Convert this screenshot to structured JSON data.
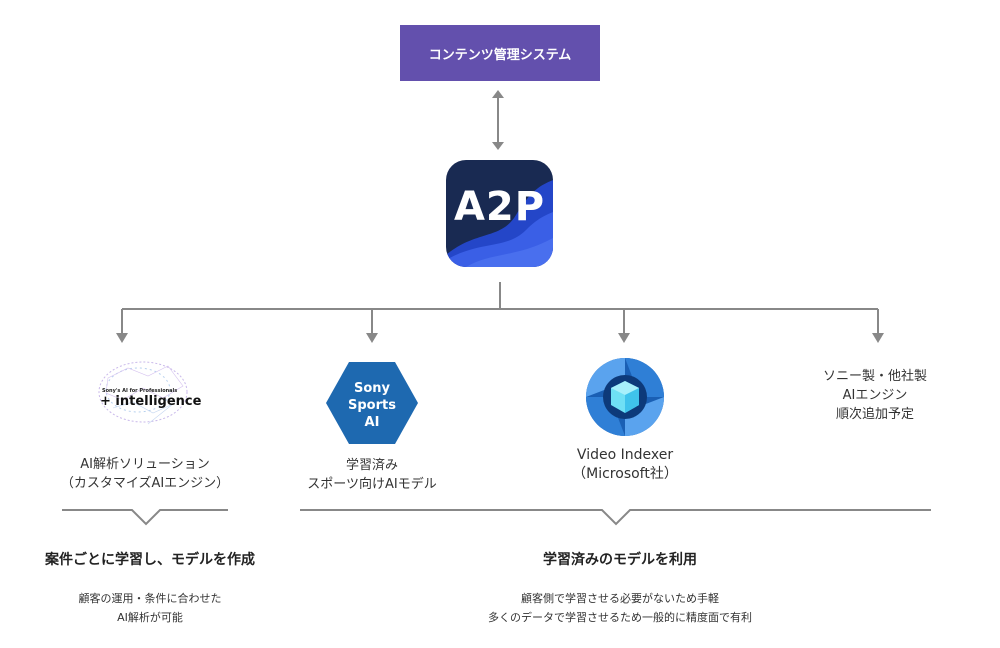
{
  "top": {
    "system_box_label": "コンテンツ管理システム"
  },
  "hub": {
    "app_icon_text": "A2P"
  },
  "engines": [
    {
      "logo": "plus-intelligence-brain-logo",
      "logo_small_text": "Sony's AI for Professionals",
      "logo_main_text": "+ intelligence",
      "label_lines": [
        "AI解析ソリューション",
        "（カスタマイズAIエンジン）"
      ]
    },
    {
      "logo": "sony-sports-ai-hexagon",
      "logo_lines": [
        "Sony",
        "Sports",
        "AI"
      ],
      "label_lines": [
        "学習済み",
        "スポーツ向けAIモデル"
      ]
    },
    {
      "logo": "video-indexer-logo",
      "label_lines": [
        "Video Indexer",
        "（Microsoft社）"
      ]
    },
    {
      "logo": "none",
      "label_lines": [
        "ソニー製・他社製",
        "AIエンジン",
        "順次追加予定"
      ]
    }
  ],
  "groups": [
    {
      "heading": "案件ごとに学習し、モデルを作成",
      "desc_lines": [
        "顧客の運用・条件に合わせた",
        "AI解析が可能"
      ]
    },
    {
      "heading": "学習済みのモデルを利用",
      "desc_lines": [
        "顧客側で学習させる必要がないため手軽",
        "多くのデータで学習させるため一般的に精度面で有利"
      ]
    }
  ],
  "colors": {
    "system_box": "#6350ad",
    "connector": "#888888",
    "app_icon_bg": "#192a52",
    "hexagon": "#1e69b0"
  }
}
